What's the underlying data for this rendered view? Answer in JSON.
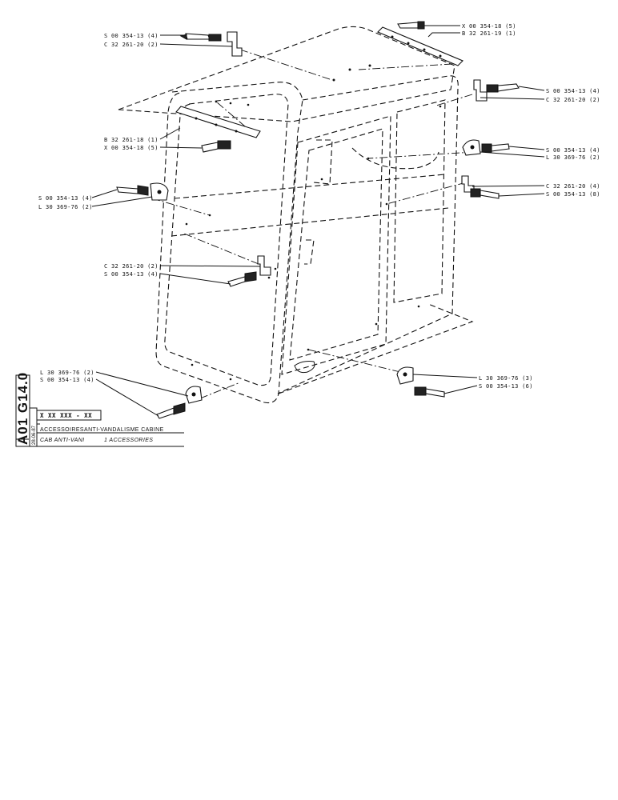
{
  "callouts": {
    "top_left_1": "S 00 354-13 (4)",
    "top_left_2": "C 32 261-20 (2)",
    "top_right_1": "X 00 354-18 (5)",
    "top_right_2": "B 32 261-19 (1)",
    "right_1a": "S 00 354-13 (4)",
    "right_1b": "C 32 261-20 (2)",
    "mid_left_1": "B 32 261-18 (1)",
    "mid_left_2": "X 00 354-18 (5)",
    "right_2a": "S 00 354-13 (4)",
    "right_2b": "L 30 369-76 (2)",
    "left_2a": "S 00 354-13 (4)",
    "left_2b": "L 30 369-76 (2)",
    "right_3a": "C 32 261-20 (4)",
    "right_3b": "S 00 354-13 (8)",
    "mid_1": "C 32 261-20 (2)",
    "mid_2": "S 00 354-13 (4)",
    "bottom_left_1": "L 30 369-76 (2)",
    "bottom_left_2": "S 00 354-13 (4)",
    "bottom_right_1": "L 30 369-76 (3)",
    "bottom_right_2": "S 00 354-13 (6)"
  },
  "title_block": {
    "code": "A01 G14.0",
    "date": "28-06-87",
    "ref_number": "X XX XXX - XX",
    "title_fr_1": "ACCESSOIRES",
    "title_fr_2": "ANTI-VANDALISME CABINE",
    "title_en_1": "CAB ANTI-VANI",
    "title_en_2": "1 ACCESSORIES"
  }
}
